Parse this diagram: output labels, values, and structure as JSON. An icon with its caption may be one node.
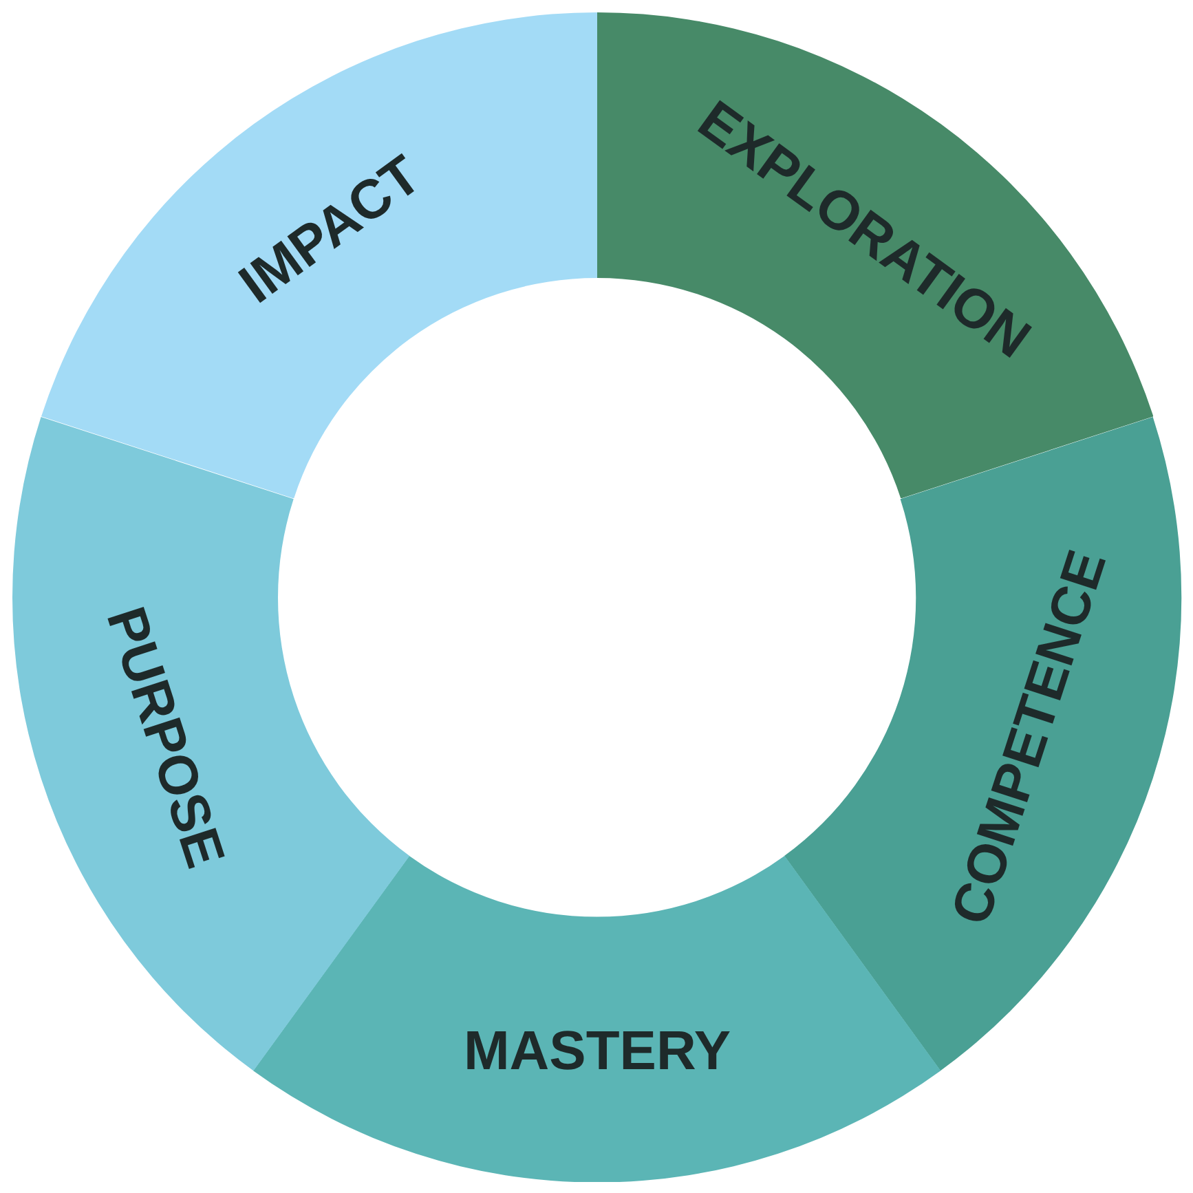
{
  "diagram": {
    "nodes": [
      {
        "text": [
          "EXPLORATION"
        ]
      },
      {
        "text": [
          "COMPETENCE"
        ]
      },
      {
        "text": [
          "MASTERY"
        ]
      },
      {
        "text": [
          "PURPOSE"
        ]
      },
      {
        "text": [
          "IMPACT"
        ]
      }
    ]
  }
}
